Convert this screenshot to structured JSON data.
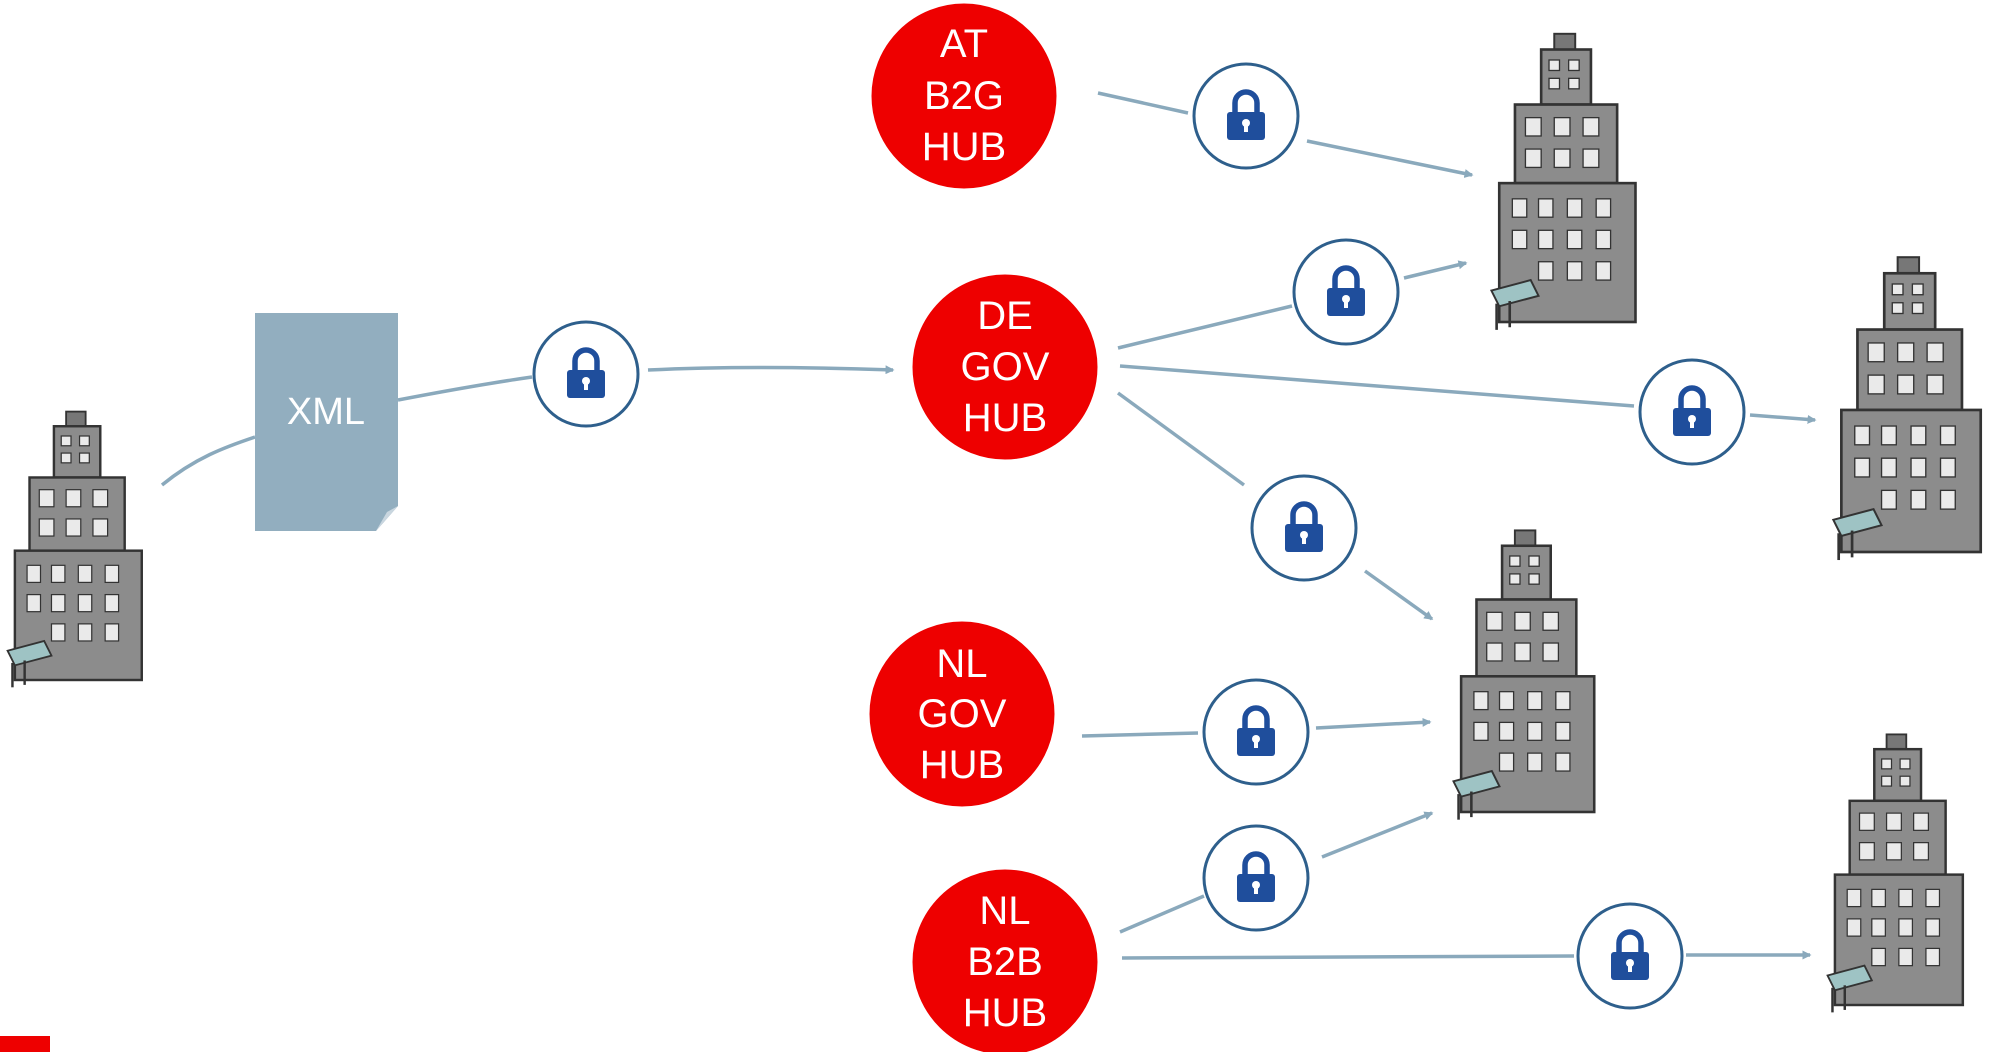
{
  "document": {
    "xml_label": "XML"
  },
  "hubs": [
    {
      "id": "at-b2g",
      "lines": [
        "AT",
        "B2G",
        "HUB"
      ]
    },
    {
      "id": "de-gov",
      "lines": [
        "DE",
        "GOV",
        "HUB"
      ]
    },
    {
      "id": "nl-gov",
      "lines": [
        "NL",
        "GOV",
        "HUB"
      ]
    },
    {
      "id": "nl-b2b",
      "lines": [
        "NL",
        "B2B",
        "HUB"
      ]
    }
  ],
  "colors": {
    "hub_fill": "#ee0000",
    "connector": "#8aa9bc",
    "lock_blue": "#1f4e9c",
    "lock_ring": "#2e5f8c",
    "document_fill": "#92aebf",
    "building_gray": "#8c8c8c",
    "corner_mark": "#ee0000"
  },
  "icons": {
    "lock": "lock-icon",
    "building": "building-icon",
    "document": "document-icon"
  }
}
